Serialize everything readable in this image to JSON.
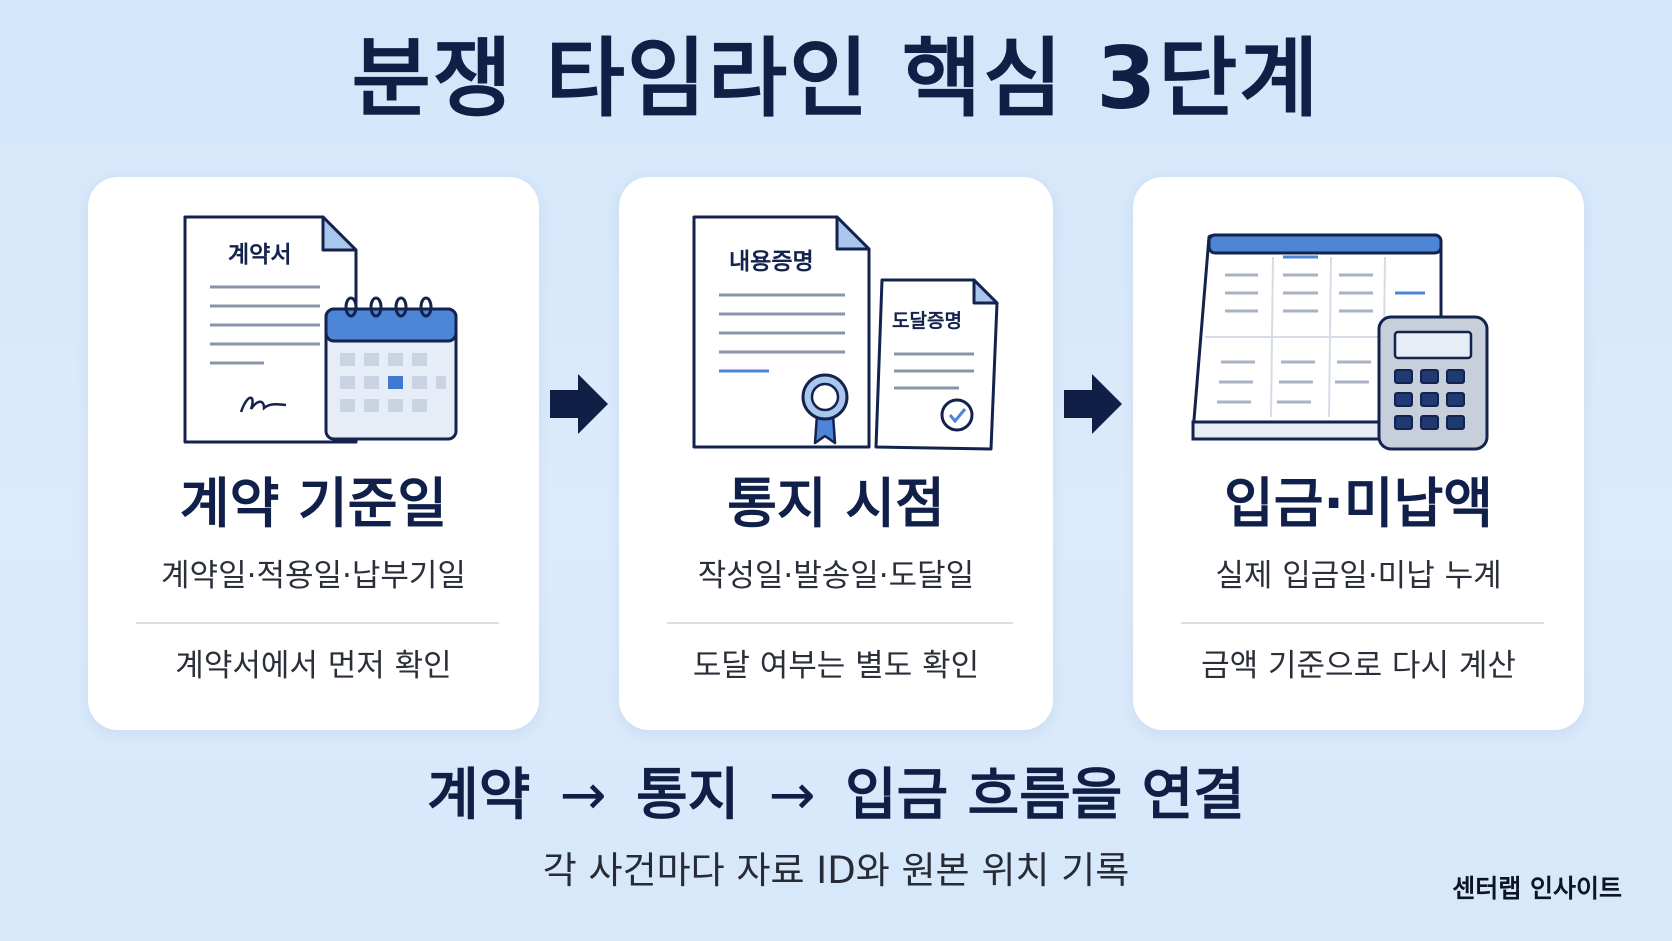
{
  "title": "분쟁 타임라인 핵심 3단계",
  "steps": [
    {
      "title": "계약 기준일",
      "subtitle": "계약일·적용일·납부기일",
      "note": "계약서에서 먼저 확인",
      "doc_label": "계약서",
      "icons": [
        "contract-document-icon",
        "calendar-icon"
      ]
    },
    {
      "title": "통지 시점",
      "subtitle": "작성일·발송일·도달일",
      "note": "도달 여부는 별도 확인",
      "doc_label": "내용증명",
      "doc_label_2": "도달증명",
      "icons": [
        "certified-letter-icon",
        "delivery-proof-icon"
      ]
    },
    {
      "title": "입금·미납액",
      "subtitle": "실제 입금일·미납 누계",
      "note": "금액 기준으로 다시 계산",
      "icons": [
        "ledger-icon",
        "calculator-icon"
      ]
    }
  ],
  "flow": {
    "parts": [
      "계약",
      "통지",
      "입금 흐름을 연결"
    ],
    "separator": "→"
  },
  "subline": "각 사건마다 자료 ID와 원본 위치 기록",
  "brand": "센터랩 인사이트",
  "colors": {
    "navy": "#0f1f45",
    "accent_blue": "#4d86d6",
    "background": "#d8e9fb",
    "card": "#ffffff"
  }
}
